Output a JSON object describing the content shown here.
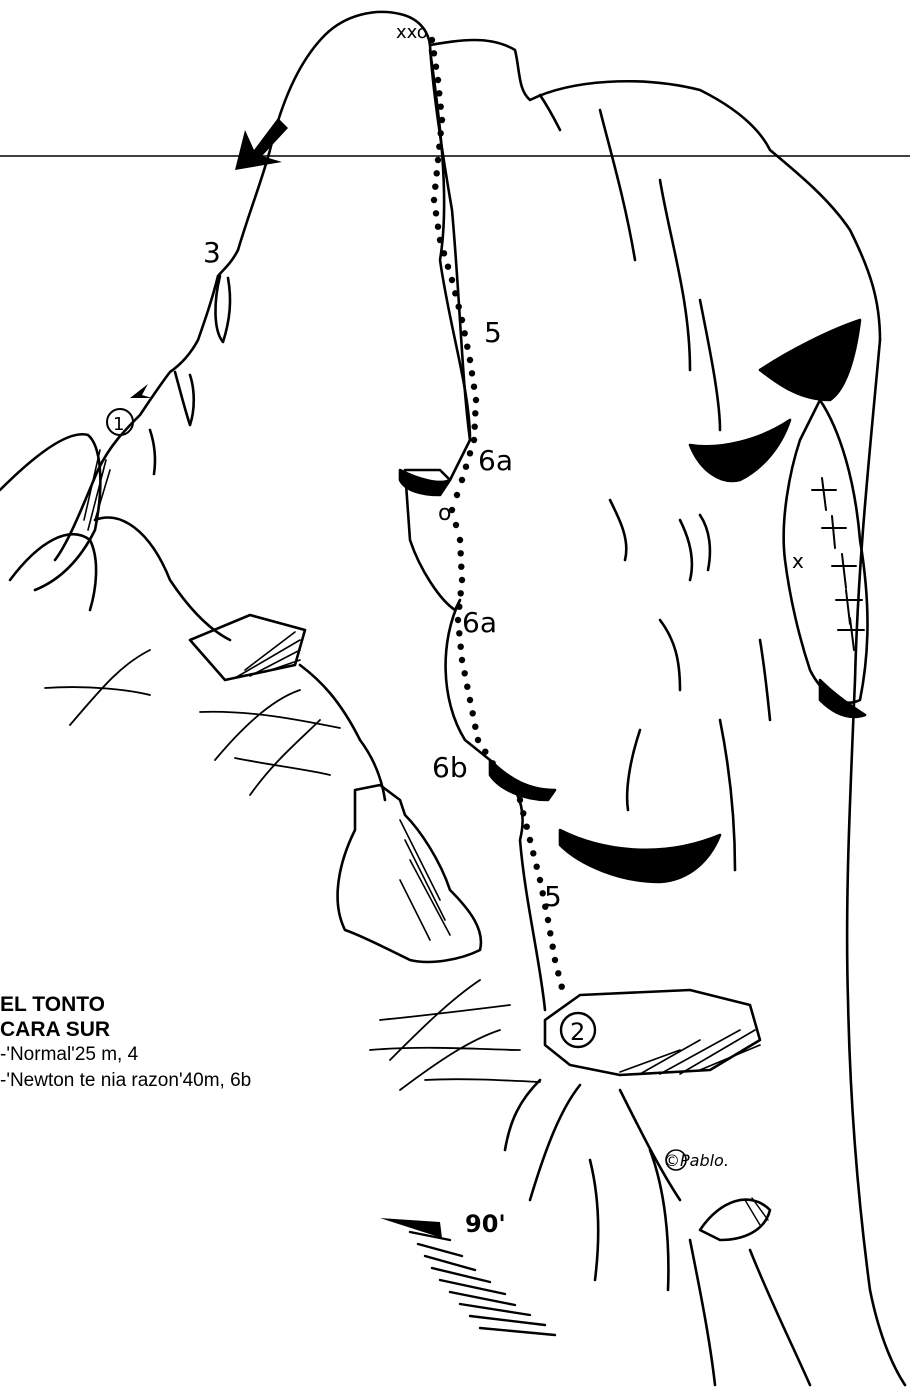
{
  "legend": {
    "crag_name": "EL TONTO",
    "face": "CARA SUR",
    "routes": [
      "-'Normal'25 m, 4",
      "-'Newton te nia razon'40m, 6b"
    ]
  },
  "route_markers": {
    "route_1": "1",
    "route_2": "2"
  },
  "grades": {
    "normal_pitch": "3",
    "p1_upper": "5",
    "p1_roof": "6a",
    "p2_upper": "6a",
    "p2_lower": "6b",
    "start": "5"
  },
  "annotations": {
    "summit_anchor": "xxo",
    "belay_anchor": "o",
    "bolt_mark": "x",
    "copyright": "©Pablo.",
    "sun_angle": "90'"
  }
}
